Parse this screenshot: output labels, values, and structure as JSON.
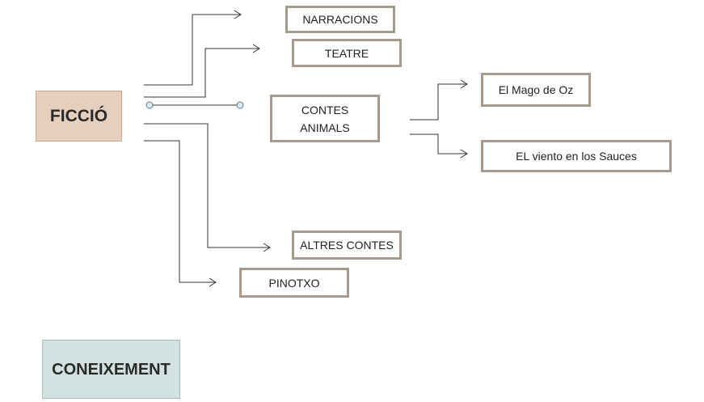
{
  "colors": {
    "root_fill": "#e6d0bd",
    "root2_fill": "#d3e1e1",
    "leaf_border": "#a59a8c",
    "line": "#333333",
    "dot_fill": "#dde8ef",
    "dot_stroke": "#5a7a94"
  },
  "nodes": {
    "ficcio": "FICCIÓ",
    "coneixement": "CONEIXEMENT",
    "narracions": "NARRACIONS",
    "teatre": "TEATRE",
    "contes_animals": "CONTES\nANIMALS",
    "altres_contes": "ALTRES CONTES",
    "pinotxo": "PINOTXO",
    "mago_oz": "El Mago de Oz",
    "viento_sauces": "EL viento en los Sauces"
  }
}
